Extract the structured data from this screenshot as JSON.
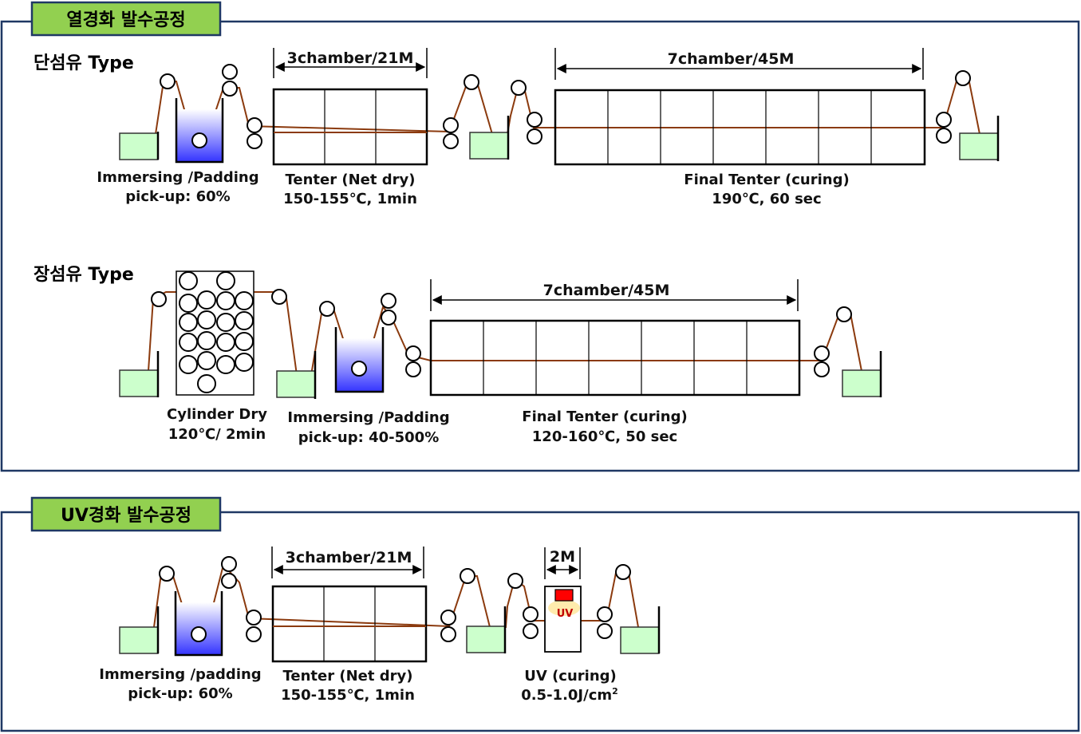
{
  "sections": {
    "thermal": {
      "title": "열경화 발수공정"
    },
    "uv": {
      "title": "UV경화 발수공정"
    }
  },
  "rows": {
    "staple": {
      "type_label": "단섬유 Type",
      "padding": {
        "line1": "Immersing /Padding",
        "line2": "pick-up: 60%"
      },
      "tenter": {
        "dim": "3chamber/21M",
        "line1": "Tenter (Net dry)",
        "line2": "150-155℃, 1min"
      },
      "final": {
        "dim": "7chamber/45M",
        "line1": "Final Tenter (curing)",
        "line2": "190℃, 60 sec"
      }
    },
    "filament": {
      "type_label": "장섬유 Type",
      "cylinder": {
        "line1": "Cylinder Dry",
        "line2": "120℃/ 2min"
      },
      "padding": {
        "line1": "Immersing /Padding",
        "line2": "pick-up: 40-500%"
      },
      "final": {
        "dim": "7chamber/45M",
        "line1": "Final Tenter (curing)",
        "line2": "120-160℃, 50 sec"
      }
    },
    "uv": {
      "padding": {
        "line1": "Immersing /padding",
        "line2": "pick-up: 60%"
      },
      "tenter": {
        "dim": "3chamber/21M",
        "line1": "Tenter (Net dry)",
        "line2": "150-155℃, 1min"
      },
      "uv_unit": {
        "dim": "2M",
        "lamp": "UV",
        "line1": "UV   (curing)",
        "line2": "0.5-1.0J/cm",
        "sup": "2"
      }
    }
  },
  "colors": {
    "section_border": "#1f3864",
    "title_fill": "#92d050",
    "roll_fill": "#ccffcc",
    "fabric": "#8b3a0e",
    "bath_top": "#ffffff",
    "bath_bottom": "#3333ff",
    "uv_lamp": "#ff0000"
  }
}
